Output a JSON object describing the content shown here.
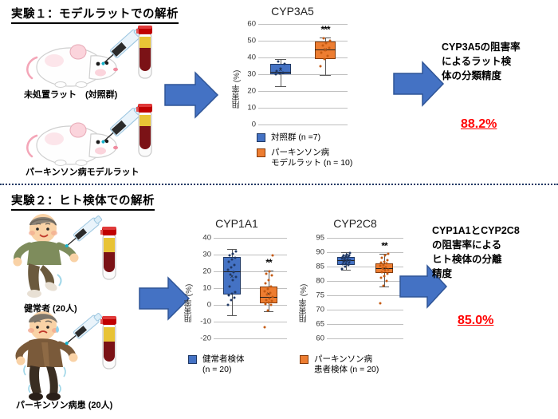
{
  "sections": [
    {
      "title": "実験１：モデルラットでの解析",
      "specimens": [
        {
          "caption": "未処置ラット　(対照群)",
          "icon": "rat-illustration"
        },
        {
          "caption": "パーキンソン病モデルラット",
          "icon": "rat-illustration"
        }
      ],
      "result": {
        "text": "CYP3A5の阻害率\nによるラット検\n体の分類精度",
        "percent": "88.2%"
      },
      "legend": [
        {
          "color": "#4472C4",
          "label": "対照群 (n =7)"
        },
        {
          "color": "#ED7D31",
          "label": "パーキンソン病\nモデルラット (n = 10)"
        }
      ]
    },
    {
      "title": "実験２：ヒト検体での解析",
      "specimens": [
        {
          "caption": "健常者 (20人)",
          "icon": "healthy-person-illustration"
        },
        {
          "caption": "パーキンソン病患 (20人)",
          "icon": "patient-person-illustration"
        }
      ],
      "result": {
        "text": "CYP1A1とCYP2C8\nの阻害率による\nヒト検体の分離\n精度",
        "percent": "85.0%"
      },
      "legend": [
        {
          "color": "#4472C4",
          "label": "健常者検体\n(n = 20)"
        },
        {
          "color": "#ED7D31",
          "label": "パーキンソン病\n患者検体 (n = 20)"
        }
      ]
    }
  ],
  "colors": {
    "control_blue": "#4472C4",
    "disease_orange": "#ED7D31",
    "arrow_blue": "#4472C4",
    "accent_red": "#FF0000",
    "divider": "#1F3864"
  },
  "chart_data": [
    {
      "type": "box",
      "title": "CYP3A5",
      "xlabel": "",
      "ylabel": "阻害率 (%)",
      "ylim": [
        0,
        60
      ],
      "yticks": [
        0,
        10,
        20,
        30,
        40,
        50,
        60
      ],
      "grid": true,
      "legend_position": "bottom",
      "significance": "***",
      "series": [
        {
          "name": "対照群 (n =7)",
          "color": "#4472C4",
          "n": 7,
          "q1": 30.0,
          "median": 31.5,
          "q3": 36.0,
          "whisker_low": 23.0,
          "whisker_high": 39.0,
          "mean": 32.3,
          "points": [
            30.0,
            30.5,
            31.0,
            32.0,
            33.5,
            36.0,
            37.5
          ]
        },
        {
          "name": "パーキンソン病モデルラット (n = 10)",
          "color": "#ED7D31",
          "n": 10,
          "q1": 39.0,
          "median": 45.0,
          "q3": 49.5,
          "whisker_low": 29.5,
          "whisker_high": 52.0,
          "mean": 44.4,
          "points": [
            35.0,
            39.0,
            41.0,
            43.0,
            44.5,
            45.5,
            47.0,
            48.5,
            50.0,
            51.5
          ]
        }
      ]
    },
    {
      "type": "box",
      "title": "CYP1A1",
      "xlabel": "",
      "ylabel": "阻害率 (%)",
      "ylim": [
        -20,
        40
      ],
      "yticks": [
        -20,
        -10,
        0,
        10,
        20,
        30,
        40
      ],
      "grid": true,
      "legend_position": "bottom",
      "significance": "**",
      "series": [
        {
          "name": "健常者検体 (n = 20)",
          "color": "#4472C4",
          "n": 20,
          "q1": 6.0,
          "median": 20.0,
          "q3": 28.5,
          "whisker_low": -6.0,
          "whisker_high": 33.5,
          "mean": 16.5,
          "points": [
            0.0,
            3.0,
            4.5,
            5.5,
            6.5,
            7.5,
            11.0,
            15.0,
            16.5,
            18.0,
            19.5,
            21.0,
            22.5,
            24.0,
            25.5,
            27.0,
            28.0,
            29.5,
            30.5,
            32.0
          ]
        },
        {
          "name": "パーキンソン病患者検体 (n = 20)",
          "color": "#ED7D31",
          "n": 20,
          "q1": 1.0,
          "median": 5.0,
          "q3": 11.0,
          "whisker_low": -4.0,
          "whisker_high": 20.5,
          "mean": 6.3,
          "points": [
            -13.5,
            -3.5,
            0.0,
            0.5,
            1.5,
            2.5,
            3.0,
            4.0,
            5.0,
            6.0,
            7.0,
            8.0,
            9.5,
            11.0,
            13.0,
            15.0,
            17.5,
            18.5,
            20.0,
            29.5
          ]
        }
      ]
    },
    {
      "type": "box",
      "title": "CYP2C8",
      "xlabel": "",
      "ylabel": "阻害率 (%)",
      "ylim": [
        60,
        95
      ],
      "yticks": [
        60,
        65,
        70,
        75,
        80,
        85,
        90,
        95
      ],
      "grid": true,
      "legend_position": "bottom",
      "significance": "**",
      "series": [
        {
          "name": "健常者検体 (n = 20)",
          "color": "#4472C4",
          "n": 20,
          "q1": 85.5,
          "median": 87.2,
          "q3": 88.3,
          "whisker_low": 84.0,
          "whisker_high": 90.0,
          "mean": 87.0,
          "points": [
            84.2,
            85.0,
            85.5,
            85.8,
            86.2,
            86.5,
            86.8,
            87.0,
            87.2,
            87.4,
            87.6,
            87.8,
            88.0,
            88.2,
            88.4,
            88.6,
            88.8,
            89.0,
            89.3,
            89.8
          ]
        },
        {
          "name": "パーキンソン病患者検体 (n = 20)",
          "color": "#ED7D31",
          "n": 20,
          "q1": 82.7,
          "median": 84.5,
          "q3": 86.0,
          "whisker_low": 78.0,
          "whisker_high": 89.5,
          "mean": 84.3,
          "points": [
            72.3,
            78.2,
            80.0,
            81.0,
            81.8,
            82.4,
            83.0,
            83.5,
            84.0,
            84.4,
            84.8,
            85.2,
            85.6,
            86.0,
            86.4,
            86.8,
            87.2,
            88.0,
            88.8,
            89.4
          ]
        }
      ]
    }
  ]
}
